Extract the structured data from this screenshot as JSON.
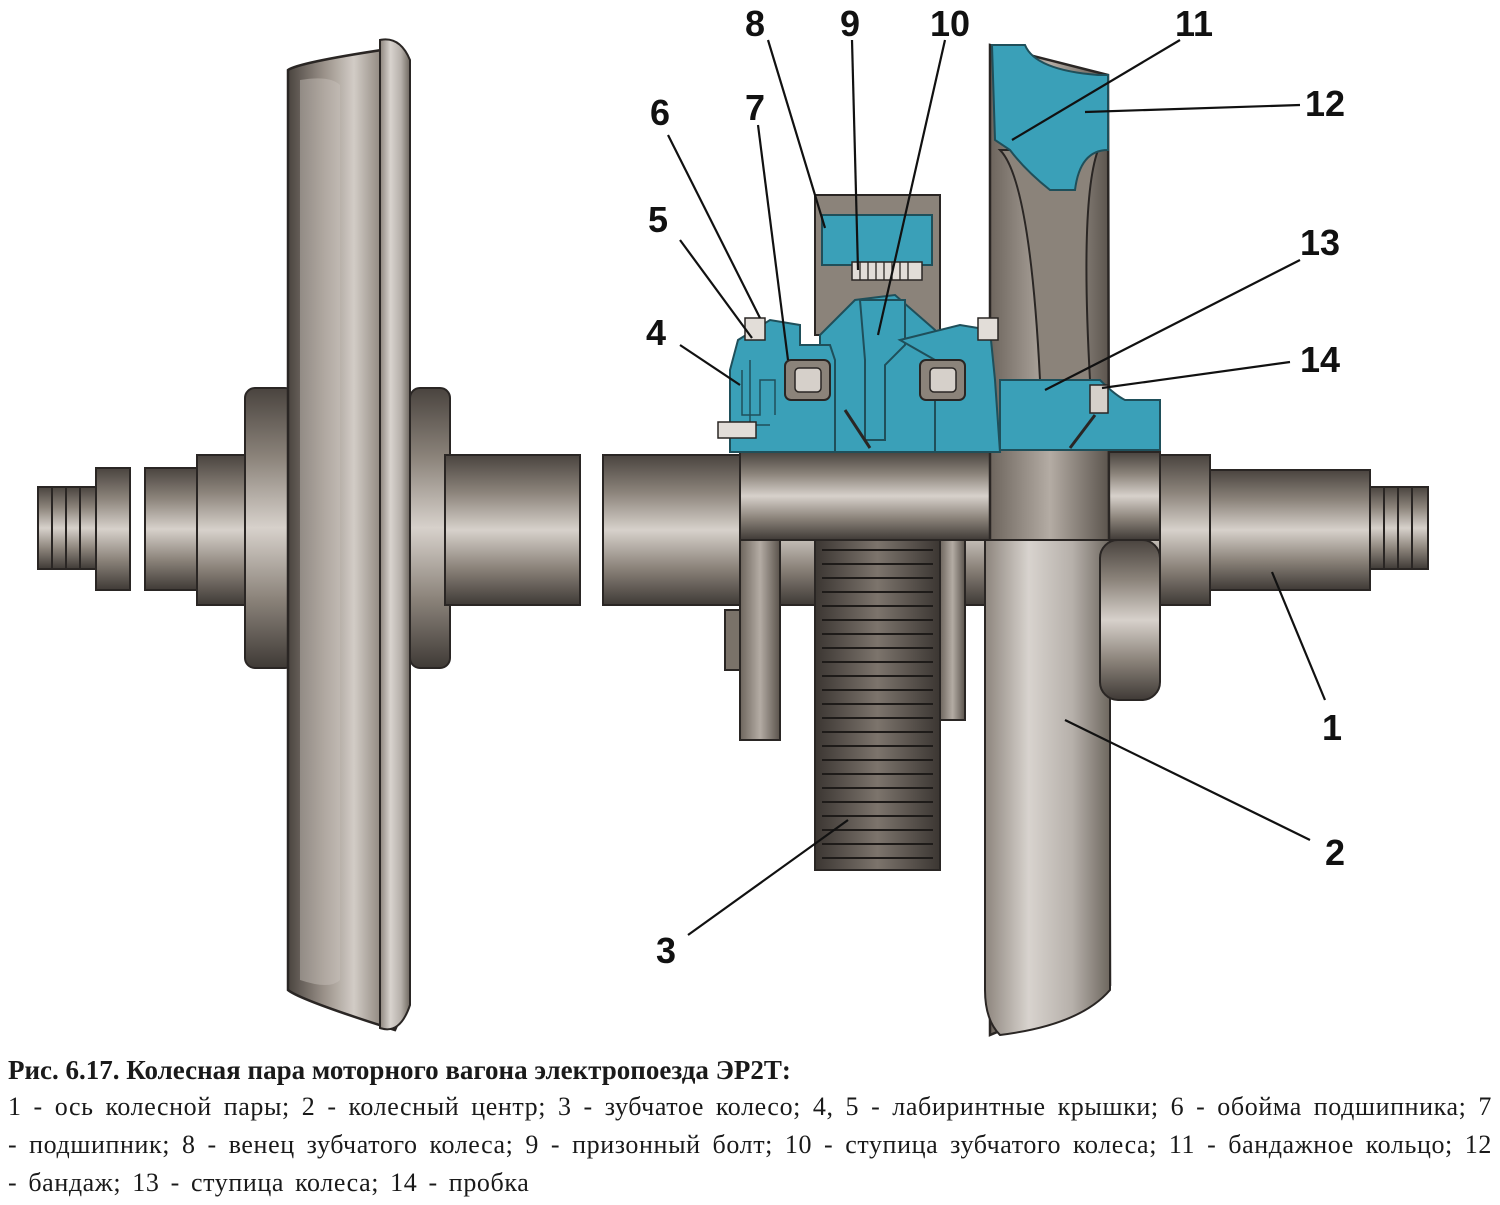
{
  "labels": [
    "1",
    "2",
    "3",
    "4",
    "5",
    "6",
    "7",
    "8",
    "9",
    "10",
    "11",
    "12",
    "13",
    "14"
  ],
  "caption": {
    "title": "Рис. 6.17. Колесная пара моторного вагона электропоезда ЭР2Т:",
    "text": "1 - ось колесной пары; 2 - колесный центр; 3 - зубчатое колесо; 4, 5 - лабиринтные крышки; 6 - обойма подшипника; 7 - подшипник; 8 - венец зубчатого колеса; 9 - призонный болт; 10 - ступица зубчатого колеса; 11 - бандажное кольцо; 12 - бандаж; 13 - ступица колеса; 14 - пробка"
  },
  "colors": {
    "metal_dark": "#3f3a36",
    "metal_mid": "#8a8279",
    "metal_light": "#d9d4cf",
    "section_blue": "#3aa0b8",
    "section_blue_dark": "#1f6f82"
  }
}
